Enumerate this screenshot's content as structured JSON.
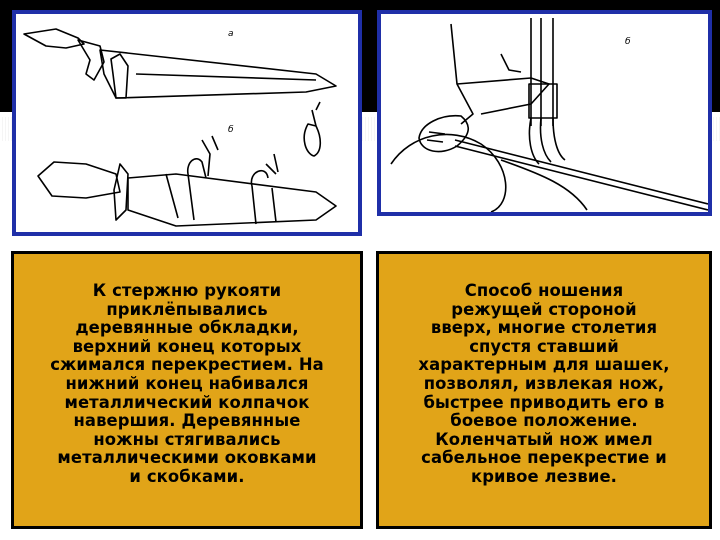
{
  "left_illustration": {
    "label_top": "а",
    "label_bottom": "б"
  },
  "right_illustration": {
    "label": "б"
  },
  "left_caption": {
    "text": "К стержню рукояти\nприклёпывались\nдеревянные обкладки,\nверхний конец которых\nсжимался перекрестием. На\nнижний конец набивался\nметаллический колпачок\nнавершия. Деревянные\nножны стягивались\nметаллическими оковками\nи скобками."
  },
  "right_caption": {
    "text": "Способ ношения\nрежущей стороной\nвверх, многие столетия\nспустя ставший\nхарактерным для шашек,\nпозволял, извлекая нож,\nбыстрее приводить его в\nбоевое положение.\nКоленчатый нож имел\nсабельное перекрестие и\nкривое лезвие."
  },
  "colors": {
    "panel_fill": "#e1a418",
    "image_border": "#1f2fa8",
    "top_band": "#000000"
  }
}
